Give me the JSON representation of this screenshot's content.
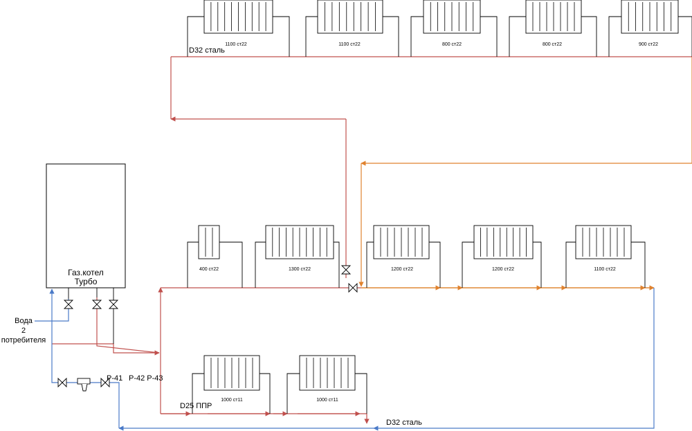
{
  "colors": {
    "supply": "#c0504d",
    "return_hot": "#e0822e",
    "return": "#4a7ac8",
    "frame": "#000000",
    "background": "#ffffff"
  },
  "boiler": {
    "line1": "Газ.котел",
    "line2": "Турбо"
  },
  "water": {
    "line1": "Вода",
    "line2": "2",
    "line3": "потребителя"
  },
  "pipes": {
    "top_d32": "D32 сталь",
    "bottom_d32": "D32 сталь",
    "d25": "D25 ППР",
    "p41": "P-41",
    "p42_43": "P-42 P-43"
  },
  "radiators": {
    "top": [
      "1100 ст22",
      "1100 ст22",
      "800 ст22",
      "800 ст22",
      "900 ст22"
    ],
    "middle_left": [
      "400 ст22",
      "1300 ст22"
    ],
    "middle_right": [
      "1200 ст22",
      "1200 ст22",
      "1100 ст22"
    ],
    "bottom": [
      "1000 ст11",
      "1000 ст11"
    ]
  }
}
